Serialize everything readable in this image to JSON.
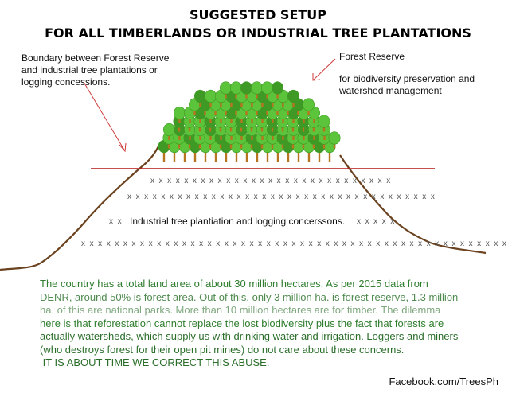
{
  "title": {
    "line1": "SUGGESTED SETUP",
    "line2": "FOR ALL TIMBERLANDS OR INDUSTRIAL TREE PLANTATIONS"
  },
  "labels": {
    "boundary": "Boundary between Forest Reserve and industrial tree plantations or logging concessions.",
    "forest_reserve_title": "Forest Reserve",
    "forest_reserve_desc": "for biodiversity preservation and watershed management",
    "plantation": "Industrial tree plantiation and logging concerssons."
  },
  "x_rows": {
    "row1": "x x x x x x x x x x x x x x x x x x x x x x x x x x x x x",
    "row2": "x x x x x x x x x x x x x x x x x x x x x x x x x x x x x x x x x x x x x",
    "row3_left": "x x",
    "row3_right": "x x x x x",
    "row4": "x x x x x x x x x x x x x x x x x x x x x x x x x x x x x x x x x x x x x x x x x x x x x x x x x x x"
  },
  "paragraph": {
    "line1": "The country has a total land area of about 30 million hectares. As per 2015 data from",
    "line2": "DENR, around 50% is forest area. Out of this, only 3 million ha. is forest reserve, 1.3 million",
    "line3": "ha. of this are national parks. More than 10 million hectares are for timber. The dilemma",
    "line4": "here is that reforestation cannot replace the lost biodiversity plus the fact that forests are",
    "line5": "actually watersheds, which supply us with drinking water and irrigation. Loggers and miners",
    "line6": "(who destroys forest for their open pit mines) do not care about these concerns.",
    "line7": " IT IS ABOUT TIME WE CORRECT THIS ABUSE."
  },
  "paragraph_colors": {
    "line1": "#2f7d2f",
    "line2": "#4f8a4f",
    "line3": "#7fa87f",
    "line4": "#2f7d2f",
    "line5": "#2a6e2a",
    "line6": "#2a6e2a",
    "line7": "#2a6e2a"
  },
  "footer": "Facebook.com/TreesPh",
  "colors": {
    "canopy": "#5cc43a",
    "canopy_dark": "#3e9a24",
    "trunk": "#b8741f",
    "mountain": "#6b4320",
    "boundary_line": "#b11616",
    "arrow": "#d03a3a"
  }
}
